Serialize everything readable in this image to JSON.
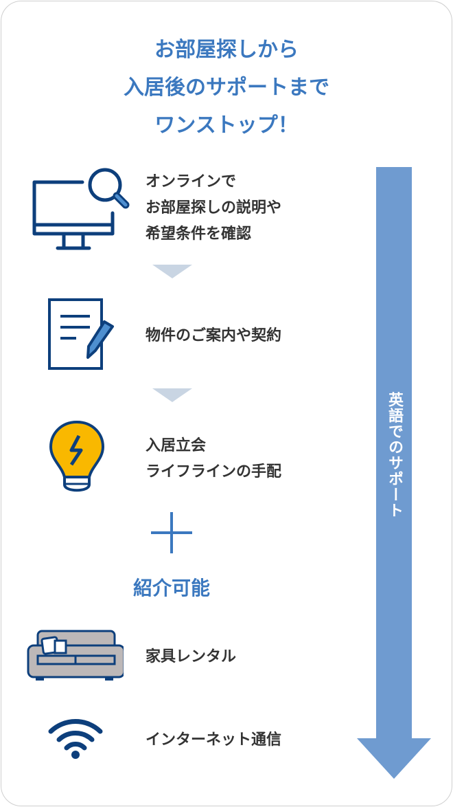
{
  "title": {
    "lines": [
      "お部屋探しから",
      "入居後のサポートまで",
      "ワンストップ！"
    ]
  },
  "steps": [
    {
      "icon": "computer-search-icon",
      "lines": [
        "オンラインで",
        "お部屋探しの説明や",
        "希望条件を確認"
      ]
    },
    {
      "icon": "document-pen-icon",
      "lines": [
        "物件のご案内や契約"
      ]
    },
    {
      "icon": "lightbulb-icon",
      "lines": [
        "入居立会",
        "ライフラインの手配"
      ]
    }
  ],
  "introduction_label": "紹介可能",
  "options": [
    {
      "icon": "sofa-icon",
      "label": "家具レンタル"
    },
    {
      "icon": "wifi-icon",
      "label": "インターネット通信"
    }
  ],
  "support_arrow_label": "英語でのサポート",
  "colors": {
    "accent": "#3b78bf",
    "navy": "#0d3f7c",
    "arrow": "#6f9bd0",
    "chevron": "#c9d5e3",
    "bulb": "#f9b800"
  }
}
